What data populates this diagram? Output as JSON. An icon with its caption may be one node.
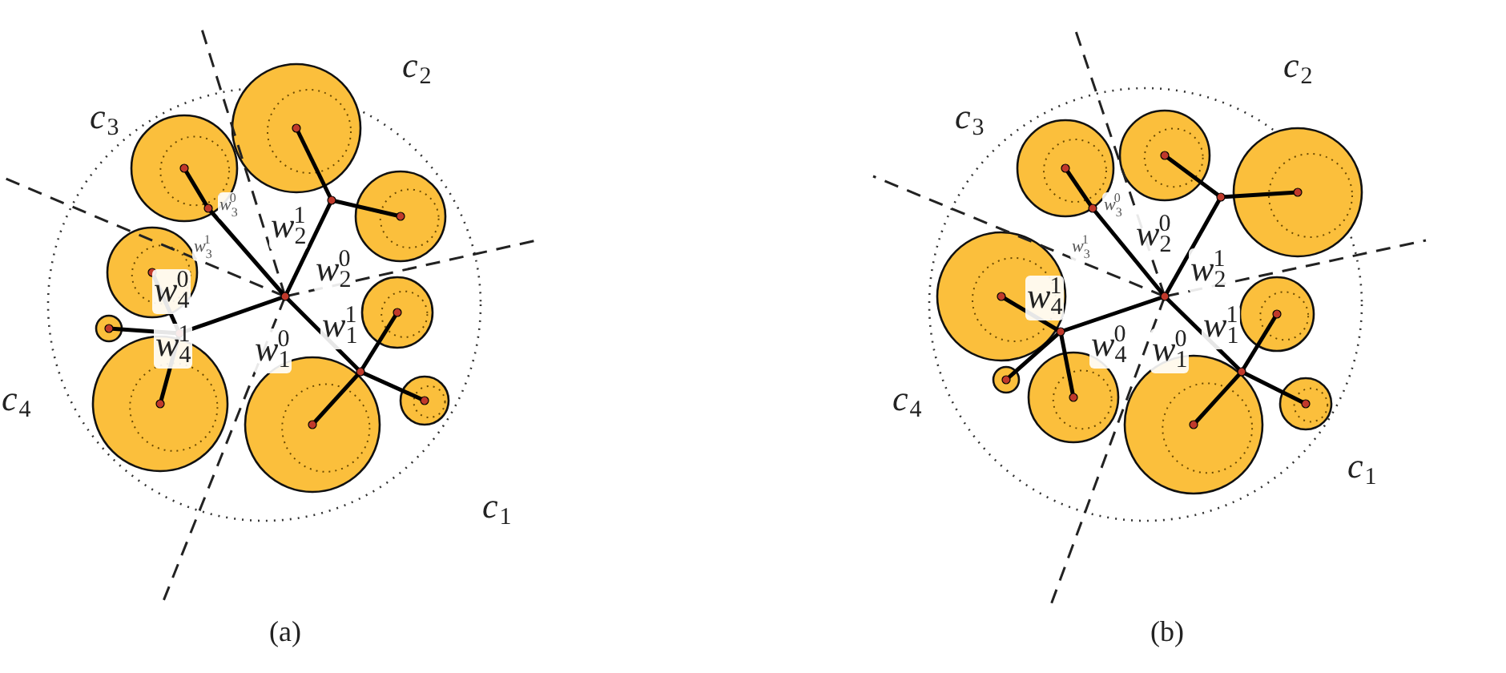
{
  "diagram": {
    "labels": [
      "c$_{2}$",
      "c$_{3}$",
      "w$_{3}$$^{0}$",
      "w$_{2}$$^{1}$",
      "w$_{3}$$^{1}$",
      "w$_{2}$$^{0}$",
      "w$_{4}$$^{0}$",
      "w$_{1}$$^{1}$",
      "w$_{4}$$^{1}$",
      "w$_{1}$$^{0}$",
      "c$_{4}$",
      "c$_{1}$",
      "(a)",
      "c$_{2}$",
      "c$_{3}$",
      "w$_{3}$$^{0}$",
      "w$_{2}$$^{0}$",
      "w$_{3}$$^{1}$",
      "w$_{2}$$^{1}$",
      "w$_{4}$$^{1}$",
      "w$_{1}$$^{1}$",
      "w$_{4}$$^{0}$",
      "w$_{1}$$^{0}$",
      "c$_{4}$",
      "c$_{1}$",
      "(b)"
    ]
  }
}
